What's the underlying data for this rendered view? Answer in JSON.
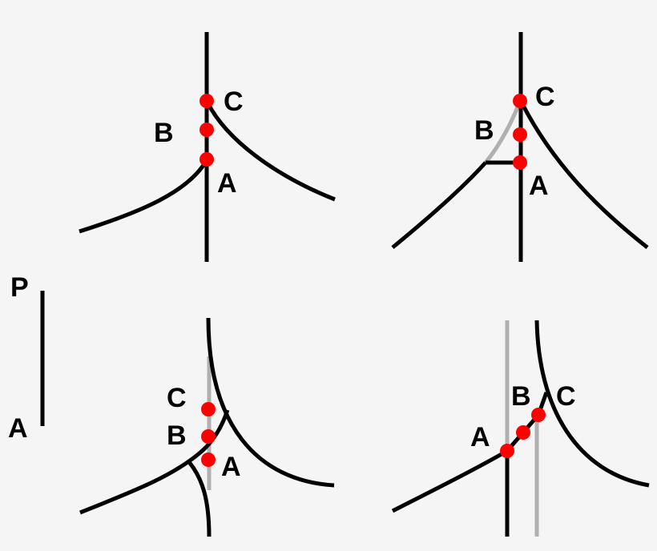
{
  "colors": {
    "background": "#f5f5f5",
    "line": "#000000",
    "ghost_line": "#b0b0b0",
    "point": "#ff0000"
  },
  "axis": {
    "top_label": "P",
    "bottom_label": "A"
  },
  "panels": [
    {
      "id": "top-left",
      "labels": {
        "a": "A",
        "b": "B",
        "c": "C"
      }
    },
    {
      "id": "top-right",
      "labels": {
        "a": "A",
        "b": "B",
        "c": "C"
      }
    },
    {
      "id": "bottom-left",
      "labels": {
        "a": "A",
        "b": "B",
        "c": "C"
      }
    },
    {
      "id": "bottom-right",
      "labels": {
        "a": "A",
        "b": "B",
        "c": "C"
      }
    }
  ]
}
